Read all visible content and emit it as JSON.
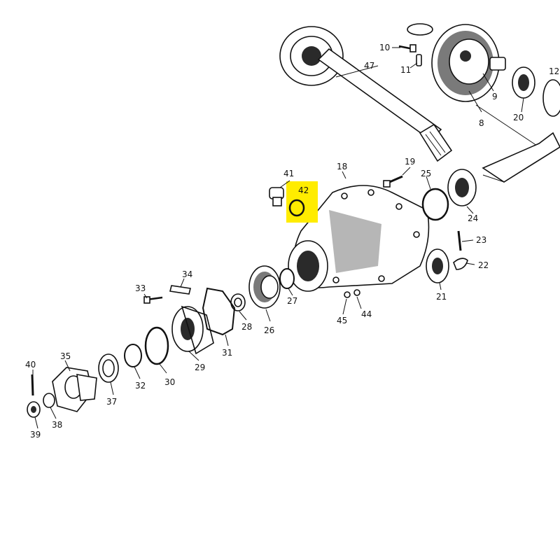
{
  "highlight_color": "#ffec00",
  "highlighted_part": "42",
  "callouts": {
    "p8": "8",
    "p9": "9",
    "p10": "10",
    "p11": "11",
    "p12": "12",
    "p18": "18",
    "p19": "19",
    "p20": "20",
    "p21": "21",
    "p22": "22",
    "p23": "23",
    "p24": "24",
    "p25": "25",
    "p26": "26",
    "p27": "27",
    "p28": "28",
    "p29": "29",
    "p30": "30",
    "p31": "31",
    "p32": "32",
    "p33": "33",
    "p34": "34",
    "p35": "35",
    "p37": "37",
    "p38": "38",
    "p39": "39",
    "p40": "40",
    "p41": "41",
    "p42": "42",
    "p44": "44",
    "p45": "45",
    "p47": "47"
  }
}
